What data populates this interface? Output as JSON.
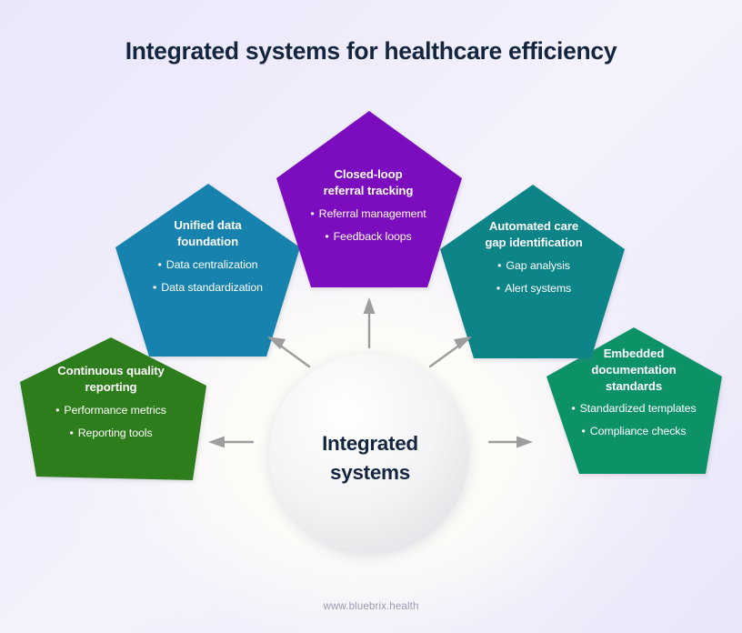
{
  "header": {
    "title": "Integrated systems for healthcare efficiency"
  },
  "center": {
    "label_line1": "Integrated",
    "label_line2": "systems"
  },
  "footer": {
    "url": "www.bluebrix.health"
  },
  "colors": {
    "background": "#ebe8fa",
    "title_text": "#14253f",
    "arrow": "#9d9d9d",
    "footer_text": "#9a9ab4",
    "purple": "#7b09bf",
    "blue": "#1282ad",
    "teal": "#0e8488",
    "dark_green": "#2e7d1e",
    "emerald": "#0a9268"
  },
  "nodes": [
    {
      "id": "closed-loop-referral-tracking",
      "position": "top",
      "color": "#7b09bf",
      "title_line1": "Closed-loop",
      "title_line2": "referral tracking",
      "bullets": [
        "Referral management",
        "Feedback loops"
      ]
    },
    {
      "id": "unified-data-foundation",
      "position": "upper-left",
      "color": "#1282ad",
      "title_line1": "Unified data",
      "title_line2": "foundation",
      "bullets": [
        "Data centralization",
        "Data standardization"
      ]
    },
    {
      "id": "automated-care-gap-identification",
      "position": "upper-right",
      "color": "#0e8488",
      "title_line1": "Automated care",
      "title_line2": "gap identification",
      "bullets": [
        "Gap analysis",
        "Alert systems"
      ]
    },
    {
      "id": "continuous-quality-reporting",
      "position": "lower-left",
      "color": "#2e7d1e",
      "title_line1": "Continuous quality",
      "title_line2": "reporting",
      "bullets": [
        "Performance metrics",
        "Reporting tools"
      ]
    },
    {
      "id": "embedded-documentation-standards",
      "position": "lower-right",
      "color": "#0a9268",
      "title_line1": "Embedded",
      "title_line2": "documentation",
      "title_line3": "standards",
      "bullets": [
        "Standardized templates",
        "Compliance checks"
      ]
    }
  ],
  "bullet_glyph": "•",
  "arrows": [
    {
      "id": "arrow-up",
      "direction": "up"
    },
    {
      "id": "arrow-up-left",
      "direction": "up-left"
    },
    {
      "id": "arrow-up-right",
      "direction": "up-right"
    },
    {
      "id": "arrow-left",
      "direction": "left"
    },
    {
      "id": "arrow-right",
      "direction": "right"
    }
  ]
}
